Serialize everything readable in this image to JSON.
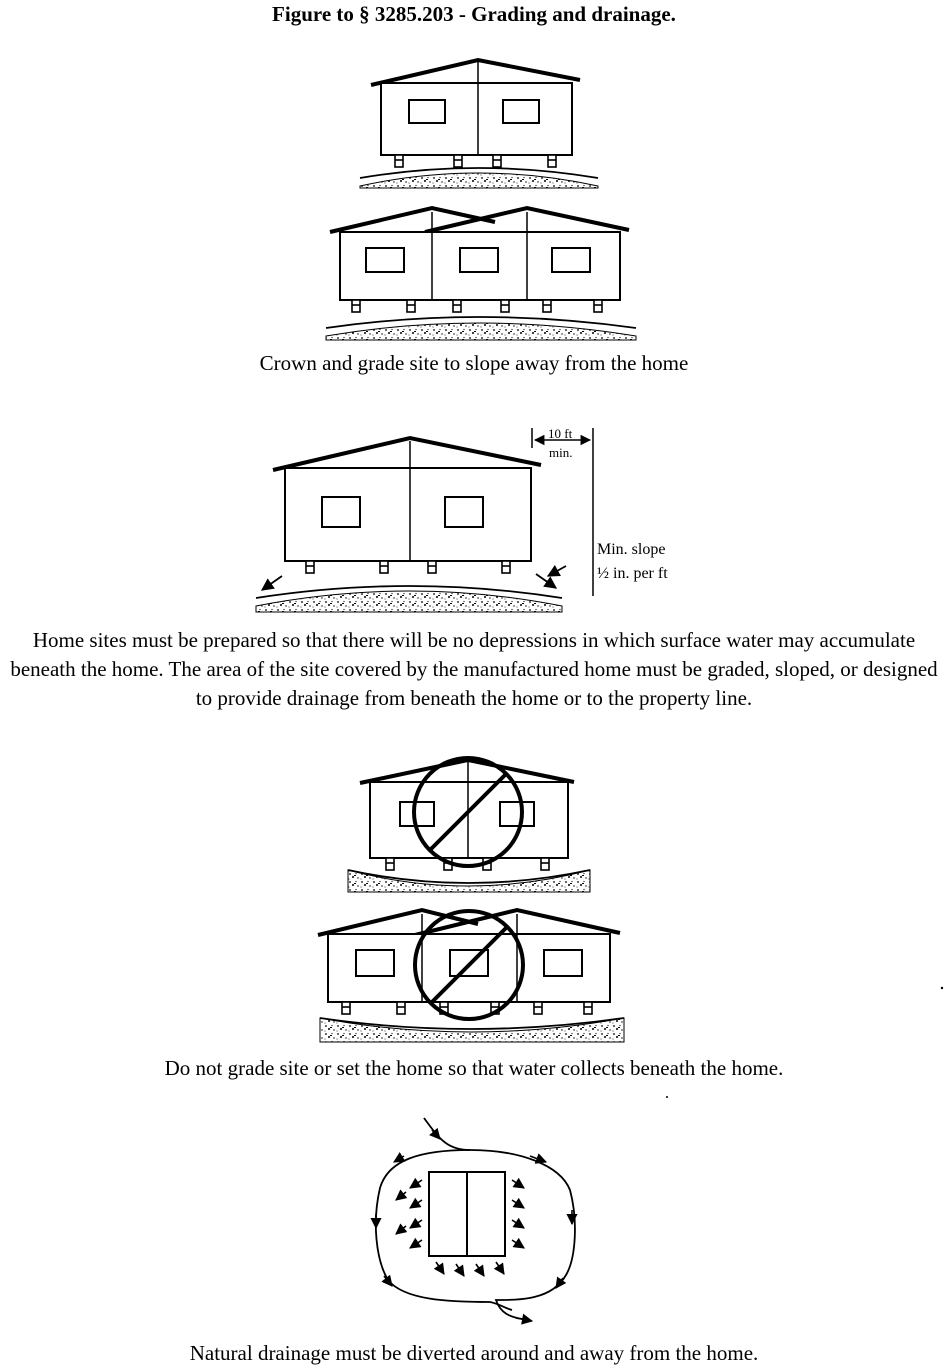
{
  "title": "Figure to § 3285.203 - Grading and drainage.",
  "captions": {
    "crown": "Crown and grade site to slope away from the home",
    "requirement": "Home sites must be prepared so that there will be no depressions in which surface water may accumulate beneath the home. The area of the site covered by the manufactured home must be graded, sloped, or designed to provide drainage from beneath the home or to the property line.",
    "prohibited": "Do not grade site or set the home so that water collects beneath the home.",
    "divert": "Natural drainage must be diverted around and away from the home."
  },
  "labels": {
    "distance_value": "10 ft",
    "distance_min": "min.",
    "slope_title": "Min. slope",
    "slope_value": "½ in. per ft"
  }
}
